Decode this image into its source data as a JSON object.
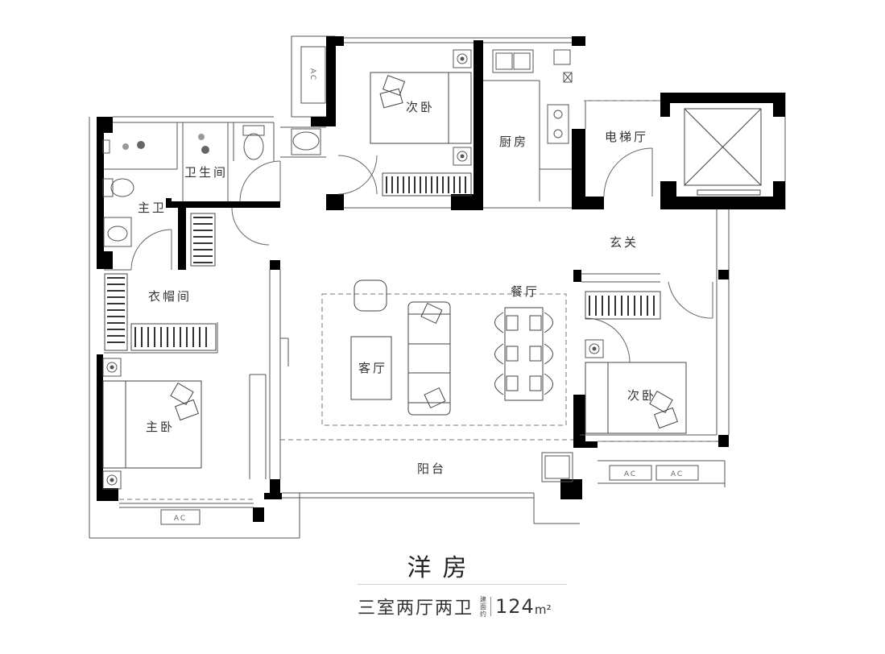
{
  "rooms": {
    "bedroom_top": "次卧",
    "kitchen": "厨房",
    "elevator_hall": "电梯厅",
    "bathroom": "卫生间",
    "master_bath": "主卫",
    "foyer": "玄关",
    "cloakroom": "衣帽间",
    "dining": "餐厅",
    "living": "客厅",
    "bedroom_right": "次卧",
    "master_bedroom": "主卧",
    "balcony": "阳台"
  },
  "ac_labels": [
    "AC",
    "AC",
    "AC",
    "AC"
  ],
  "plan_name": "洋房",
  "layout_desc": "三室两厅两卫",
  "area_note": "建面约",
  "area_value": "124",
  "area_unit": "m²",
  "colors": {
    "wall": "#000000",
    "line": "#555555",
    "accent_gray": "#888888"
  }
}
